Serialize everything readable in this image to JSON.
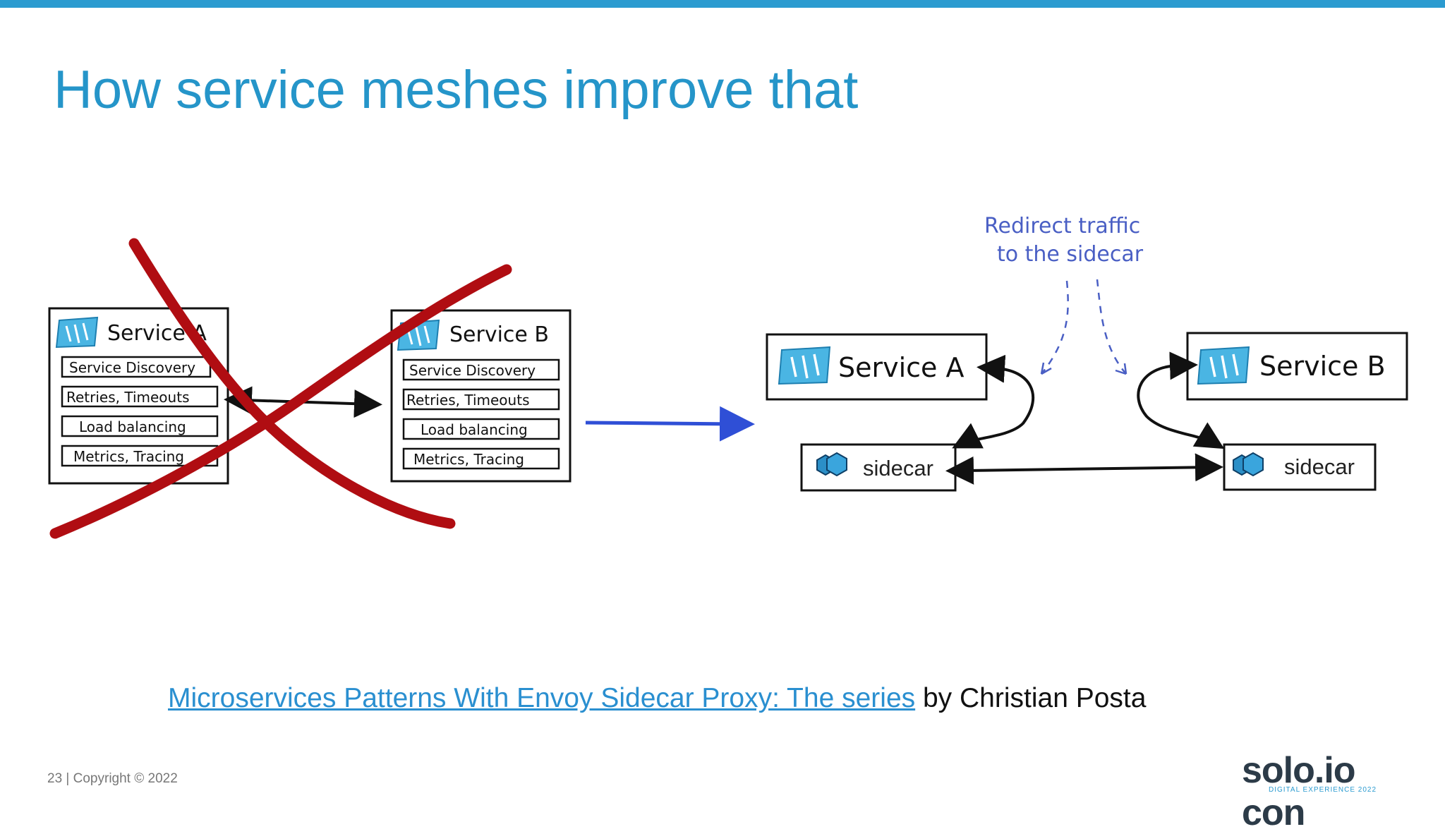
{
  "slide": {
    "title": "How service meshes improve that",
    "page_number": "23",
    "separator": "|",
    "copyright": "Copyright © 2022",
    "accent_color": "#2b9bd0"
  },
  "diagram": {
    "before": {
      "service_a": {
        "label": "Service A",
        "features": [
          "Service Discovery",
          "Retries, Timeouts",
          "Load balancing",
          "Metrics, Tracing"
        ]
      },
      "service_b": {
        "label": "Service B",
        "features": [
          "Service Discovery",
          "Retries, Timeouts",
          "Load balancing",
          "Metrics, Tracing"
        ]
      },
      "crossed_out": true,
      "cross_color": "#b00d12"
    },
    "transition_arrow_color": "#2f4fd6",
    "after": {
      "service_a_label": "Service A",
      "service_b_label": "Service B",
      "sidecar_a_label": "sidecar",
      "sidecar_b_label": "sidecar",
      "annotation_line1": "Redirect traffic",
      "annotation_line2": "to the sidecar",
      "annotation_color": "#4a5fc4"
    }
  },
  "citation": {
    "link_text": "Microservices Patterns With Envoy Sidecar Proxy: The series",
    "author_text": " by Christian Posta"
  },
  "logo": {
    "text": "solo.io con",
    "subtext": "DIGITAL EXPERIENCE 2022",
    "icon": "solo-octopus-icon"
  }
}
